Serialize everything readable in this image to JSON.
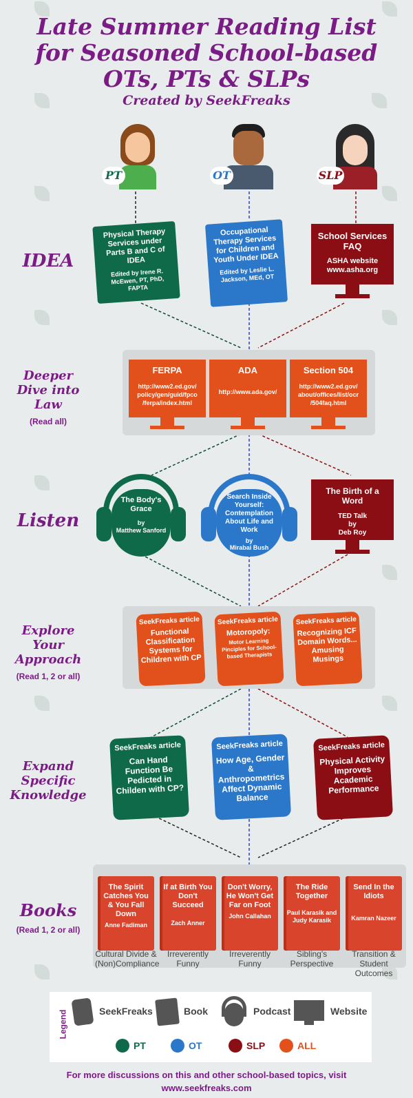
{
  "title": {
    "line1": "Late Summer Reading List",
    "line2": "for Seasoned School-based",
    "line3": "OTs, PTs & SLPs",
    "byline": "Created by SeekFreaks"
  },
  "avatars": {
    "pt": "PT",
    "ot": "OT",
    "slp": "SLP"
  },
  "rows": {
    "idea": {
      "label": "IDEA"
    },
    "law": {
      "label1": "Deeper",
      "label2": "Dive into",
      "label3": "Law",
      "sub": "(Read all)"
    },
    "listen": {
      "label": "Listen"
    },
    "explore": {
      "label1": "Explore",
      "label2": "Your",
      "label3": "Approach",
      "sub": "(Read 1, 2 or all)"
    },
    "expand": {
      "label1": "Expand",
      "label2": "Specific",
      "label3": "Knowledge"
    },
    "books": {
      "label": "Books",
      "sub": "(Read 1, 2 or all)"
    }
  },
  "idea": {
    "pt_title": "Physical Therapy Services under Parts B and C of IDEA",
    "pt_author": "Edited by Irene R. McEwen, PT, PhD, FAPTA",
    "ot_title": "Occupational Therapy Services for Children and Youth Under IDEA",
    "ot_author": "Edited by Leslie L. Jackson, MEd, OT",
    "slp_title": "School Services FAQ",
    "slp_sub": "ASHA website",
    "slp_url": "www.asha.org"
  },
  "law": {
    "ferpa_title": "FERPA",
    "ferpa_url": "http://www2.ed.gov/ policy/gen/guid/fpco /ferpa/index.html",
    "ada_title": "ADA",
    "ada_url": "http://www.ada.gov/",
    "s504_title": "Section 504",
    "s504_url": "http://www2.ed.gov/ about/offices/list/ocr /504faq.html"
  },
  "listen": {
    "pt_title": "The Body's Grace",
    "pt_by": "by",
    "pt_author": "Matthew Sanford",
    "ot_title": "Search Inside Yourself: Contemplation About Life and Work",
    "ot_by": "by",
    "ot_author": "Mirabai Bush",
    "slp_title": "The Birth of a Word",
    "slp_sub": "TED Talk",
    "slp_by": "by",
    "slp_author": "Deb Roy"
  },
  "explore": {
    "a_head": "SeekFreaks article",
    "a_title": "Functional Classification Systems for Children with CP",
    "b_head": "SeekFreaks article",
    "b_title": "Motoropoly:",
    "b_sub": "Motor Learning Pinciples for School-based Therapists",
    "c_head": "SeekFreaks article",
    "c_title": "Recognizing ICF Domain Words... Amusing Musings"
  },
  "expand": {
    "pt_head": "SeekFreaks article",
    "pt_title": "Can Hand Function Be Pedicted in Childen with CP?",
    "ot_head": "SeekFreaks article",
    "ot_title": "How Age, Gender & Anthropometrics Affect Dynamic Balance",
    "slp_head": "SeekFreaks article",
    "slp_title": "Physical Activity Improves Academic Performance"
  },
  "books": [
    {
      "title": "The Spirit Catches You & You Fall Down",
      "author": "Anne Fadiman",
      "label": "Cultural Divide & (Non)Compliance"
    },
    {
      "title": "If at Birth You Don't Succeed",
      "author": "Zach Anner",
      "label": "Irreverently Funny"
    },
    {
      "title": "Don't Worry, He Won't Get Far on Foot",
      "author": "John Callahan",
      "label": "Irreverently Funny"
    },
    {
      "title": "The Ride Together",
      "author": "Paul Karasik and Judy Karasik",
      "label": "Sibling's Perspective"
    },
    {
      "title": "Send In the Idiots",
      "author": "Kamran Nazeer",
      "label": "Transition & Student Outcomes"
    }
  ],
  "legend": {
    "title": "Legend",
    "seekfreaks": "SeekFreaks",
    "book": "Book",
    "podcast": "Podcast",
    "website": "Website",
    "pt": "PT",
    "ot": "OT",
    "slp": "SLP",
    "all": "ALL"
  },
  "footer": {
    "line1": "For more discussions on this and other school-based topics, visit",
    "line2": "www.seekfreaks.com"
  },
  "colors": {
    "pt": "#0e6a48",
    "ot": "#2b77c9",
    "slp": "#8a0e13",
    "all": "#e2501c",
    "title": "#7b1c86"
  }
}
